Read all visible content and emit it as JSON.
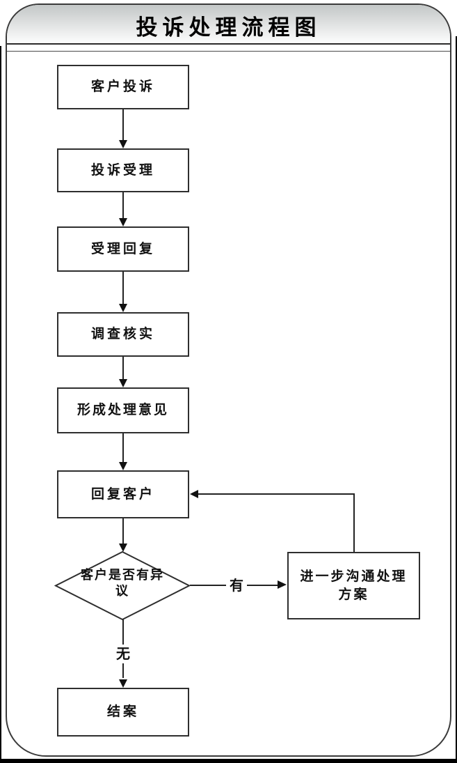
{
  "title": "投诉处理流程图",
  "flow": {
    "nodes": [
      {
        "id": "customer-complaint",
        "type": "process",
        "label": "客户投诉"
      },
      {
        "id": "complaint-acceptance",
        "type": "process",
        "label": "投诉受理"
      },
      {
        "id": "acceptance-reply",
        "type": "process",
        "label": "受理回复"
      },
      {
        "id": "investigation-verification",
        "type": "process",
        "label": "调查核实"
      },
      {
        "id": "form-handling-opinion",
        "type": "process",
        "label": "形成处理意见"
      },
      {
        "id": "reply-customer",
        "type": "process",
        "label": "回复客户"
      },
      {
        "id": "customer-objection-decision",
        "type": "decision",
        "label": "客户是否有异议"
      },
      {
        "id": "further-communication-plan",
        "type": "process",
        "label": "进一步沟通处理方案"
      },
      {
        "id": "close-case",
        "type": "process",
        "label": "结案"
      }
    ],
    "branch_labels": {
      "yes": "有",
      "no": "无"
    }
  },
  "colors": {
    "line": "#222222",
    "box_border": "#2e2e2e",
    "header_gradient_top": "#c3c7c7",
    "header_gradient_bottom": "#fdfdfd",
    "page_border": "#000000"
  }
}
